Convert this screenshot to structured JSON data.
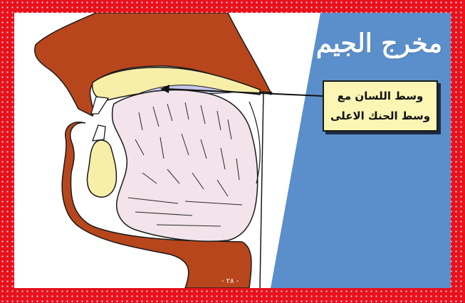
{
  "title": "مخرج الجيم",
  "label": {
    "line1": "وسط اللسان مع",
    "line2": "وسط الحنك الاعلى"
  },
  "page_number": "- ٢٨ -",
  "colors": {
    "border_red": "#e8111c",
    "background_blue": "#5b8fcb",
    "flesh": "#b8461c",
    "tongue": "#f2e4ea",
    "palate_highlight": "#c5c4ea",
    "bone_yellow": "#f7efa8",
    "label_background": "#fbf6b4"
  }
}
